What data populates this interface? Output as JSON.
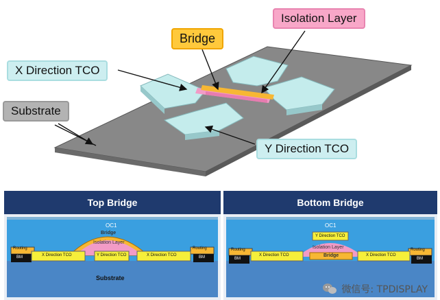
{
  "labels": {
    "bridge": "Bridge",
    "isolation": "Isolation Layer",
    "x_tco": "X Direction TCO",
    "substrate": "Substrate",
    "y_tco": "Y Direction TCO"
  },
  "panels": {
    "top_bridge": {
      "title": "Top Bridge",
      "oc": "OC1",
      "bridge": "Bridge",
      "isolation": "Isolation Layer",
      "x_left": "X Direction TCO",
      "y_mid": "Y Direction TCO",
      "x_right": "X Direction TCO",
      "routing_left": "Routing",
      "routing_right": "Routing",
      "bm_left": "BM",
      "bm_right": "BM",
      "substrate": "Substrate"
    },
    "bottom_bridge": {
      "title": "Bottom Bridge",
      "oc": "OC1",
      "y_top": "Y Direction TCO",
      "isolation": "Isolation Layer",
      "bridge": "Bridge",
      "x_left": "X Direction TCO",
      "x_right": "X Direction TCO",
      "routing_left": "Routing",
      "routing_right": "Routing",
      "bm_left": "BM",
      "bm_right": "BM"
    }
  },
  "watermark": "微信号: TPDISPLAY",
  "colors": {
    "substrate": "#8a8a8a",
    "tco": "#c4ecec",
    "bridge": "#f7b733",
    "isolation": "#f29bc6",
    "header": "#1f3a6e",
    "oc_fill": "#3a9fe0",
    "tco_yellow": "#f6ef3a"
  }
}
